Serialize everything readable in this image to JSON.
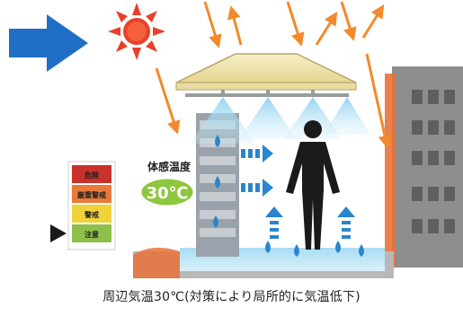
{
  "diagram": {
    "perceived_temp_label": "体感温度",
    "perceived_temp_value": "30℃",
    "warning_scale": [
      "危険",
      "厳重警戒",
      "警戒",
      "注意"
    ],
    "caption": "周辺気温30℃(対策により局所的に気温低下)"
  },
  "colors": {
    "arrow_blue": "#1f6fc6",
    "sun": "#e8402a",
    "heat_arrow": "#f28a2b",
    "mist": "#9fd6f2",
    "water_drop": "#2a86cc",
    "roof": "#f1e7b6",
    "building": "#8e8e8e",
    "ground": "#bfe3f4",
    "temp_badge": "#8ec63f",
    "scale_danger": "#c8322b",
    "scale_severe": "#e9793a",
    "scale_caution": "#f0d23a",
    "scale_notice": "#8cc04a"
  },
  "icons": [
    "wind-arrow-icon",
    "sun-icon",
    "heat-ray-icon",
    "mist-nozzle-icon",
    "water-drop-icon",
    "person-icon",
    "pointer-arrow-icon"
  ]
}
